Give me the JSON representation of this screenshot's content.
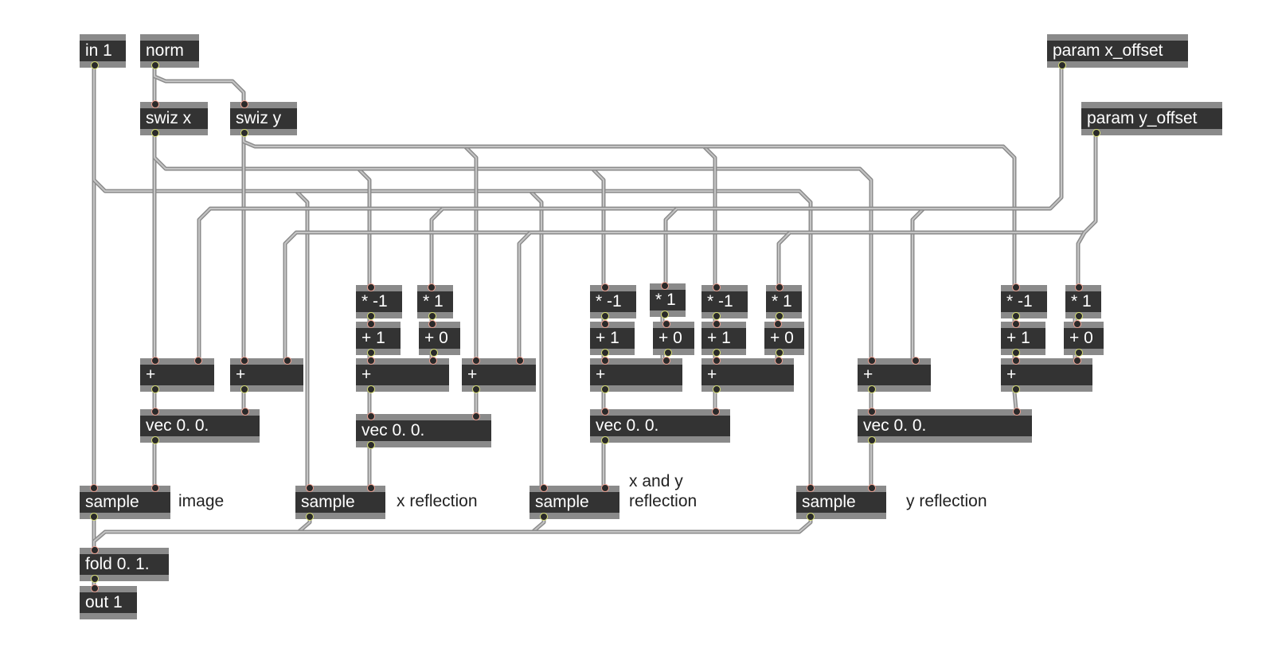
{
  "patcher": {
    "colors": {
      "box_body": "#333333",
      "box_bar": "#8a8a8a",
      "box_text": "#ffffff",
      "inlet_ring": "#f0a090",
      "outlet_ring": "#d8e070",
      "cord": "#a9a9a9",
      "background": "#ffffff"
    },
    "objects": [
      {
        "id": "in1",
        "text": "in 1"
      },
      {
        "id": "norm",
        "text": "norm"
      },
      {
        "id": "swizx",
        "text": "swiz x"
      },
      {
        "id": "swizy",
        "text": "swiz y"
      },
      {
        "id": "px",
        "text": "param x_offset"
      },
      {
        "id": "py",
        "text": "param y_offset"
      },
      {
        "id": "addA1",
        "text": "+"
      },
      {
        "id": "addA2",
        "text": "+"
      },
      {
        "id": "vecA",
        "text": "vec 0. 0."
      },
      {
        "id": "mulB1",
        "text": "* -1"
      },
      {
        "id": "mulB2",
        "text": "* 1"
      },
      {
        "id": "plusB1",
        "text": "+ 1"
      },
      {
        "id": "plusB2",
        "text": "+ 0"
      },
      {
        "id": "addB1",
        "text": "+"
      },
      {
        "id": "addB2",
        "text": "+"
      },
      {
        "id": "vecB",
        "text": "vec 0. 0."
      },
      {
        "id": "mulC1",
        "text": "* -1"
      },
      {
        "id": "mulC2",
        "text": "* 1"
      },
      {
        "id": "mulC3",
        "text": "* -1"
      },
      {
        "id": "mulC4",
        "text": "* 1"
      },
      {
        "id": "plusC1",
        "text": "+ 1"
      },
      {
        "id": "plusC2",
        "text": "+ 0"
      },
      {
        "id": "plusC3",
        "text": "+ 1"
      },
      {
        "id": "plusC4",
        "text": "+ 0"
      },
      {
        "id": "addC1",
        "text": "+"
      },
      {
        "id": "addC2",
        "text": "+"
      },
      {
        "id": "vecC",
        "text": "vec 0. 0."
      },
      {
        "id": "addD1",
        "text": "+"
      },
      {
        "id": "mulD1",
        "text": "* -1"
      },
      {
        "id": "mulD2",
        "text": "* 1"
      },
      {
        "id": "plusD1",
        "text": "+ 1"
      },
      {
        "id": "plusD2",
        "text": "+ 0"
      },
      {
        "id": "addD2",
        "text": "+"
      },
      {
        "id": "vecD",
        "text": "vec 0. 0."
      },
      {
        "id": "sampleA",
        "text": "sample"
      },
      {
        "id": "sampleB",
        "text": "sample"
      },
      {
        "id": "sampleC",
        "text": "sample"
      },
      {
        "id": "sampleD",
        "text": "sample"
      },
      {
        "id": "fold",
        "text": "fold 0. 1."
      },
      {
        "id": "out1",
        "text": "out 1"
      }
    ],
    "comments": [
      {
        "id": "cA",
        "text": "image"
      },
      {
        "id": "cB",
        "text": "x reflection"
      },
      {
        "id": "cC1",
        "text": "x and y"
      },
      {
        "id": "cC2",
        "text": "reflection"
      },
      {
        "id": "cD",
        "text": "y reflection"
      }
    ]
  }
}
